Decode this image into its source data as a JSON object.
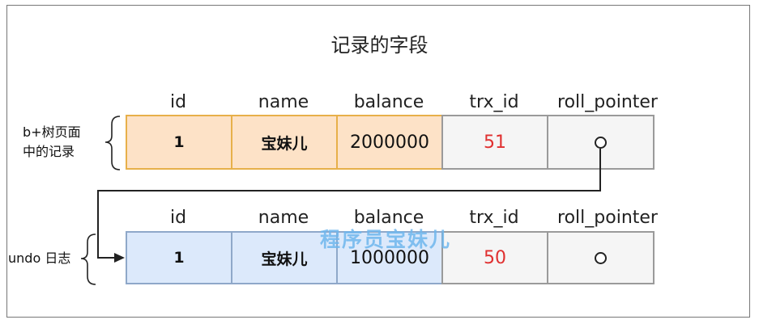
{
  "title": "记录的字段",
  "columns": [
    "id",
    "name",
    "balance",
    "trx_id",
    "roll_pointer"
  ],
  "bplus_record": {
    "label_line1": "b+树页面",
    "label_line2": "中的记录",
    "id": "1",
    "name": "宝妹儿",
    "balance": "2000000",
    "trx_id": "51"
  },
  "undo_record": {
    "label": "undo 日志",
    "id": "1",
    "name": "宝妹儿",
    "balance": "1000000",
    "trx_id": "50"
  },
  "watermark": "程序员宝妹儿",
  "colors": {
    "current_fill": "#fde2c7",
    "current_border": "#e7b04a",
    "undo_fill": "#dce9fb",
    "undo_border": "#8fa8c9",
    "trx_id_text": "#e03030"
  }
}
